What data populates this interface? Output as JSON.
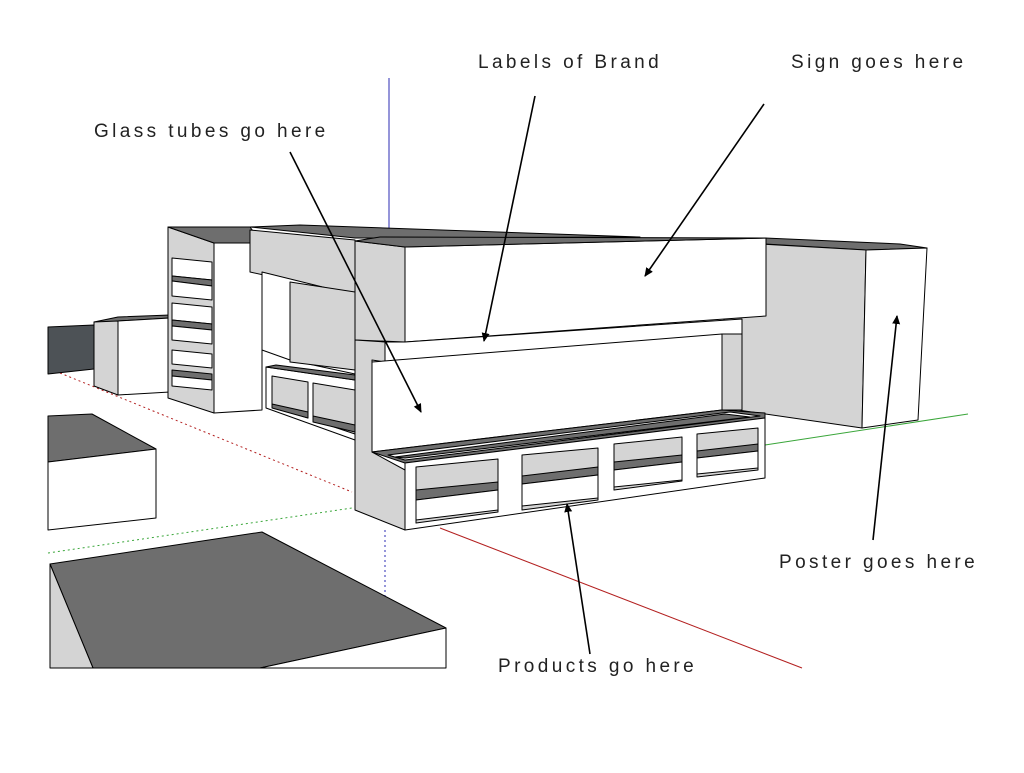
{
  "annotations": {
    "labels_of_brand": "Labels of Brand",
    "sign_goes_here": "Sign goes here",
    "glass_tubes_go_here": "Glass tubes go here",
    "poster_goes_here": "Poster goes here",
    "products_go_here": "Products go here"
  },
  "colors": {
    "background": "#ffffff",
    "face_light": "#ffffff",
    "face_mid": "#d4d4d4",
    "face_dark": "#6e6e6e",
    "face_darker": "#4d5256",
    "edge": "#000000",
    "axis_red": "#b32020",
    "axis_green": "#3aa63a",
    "axis_blue": "#2b2bb3",
    "arrow": "#000000"
  }
}
